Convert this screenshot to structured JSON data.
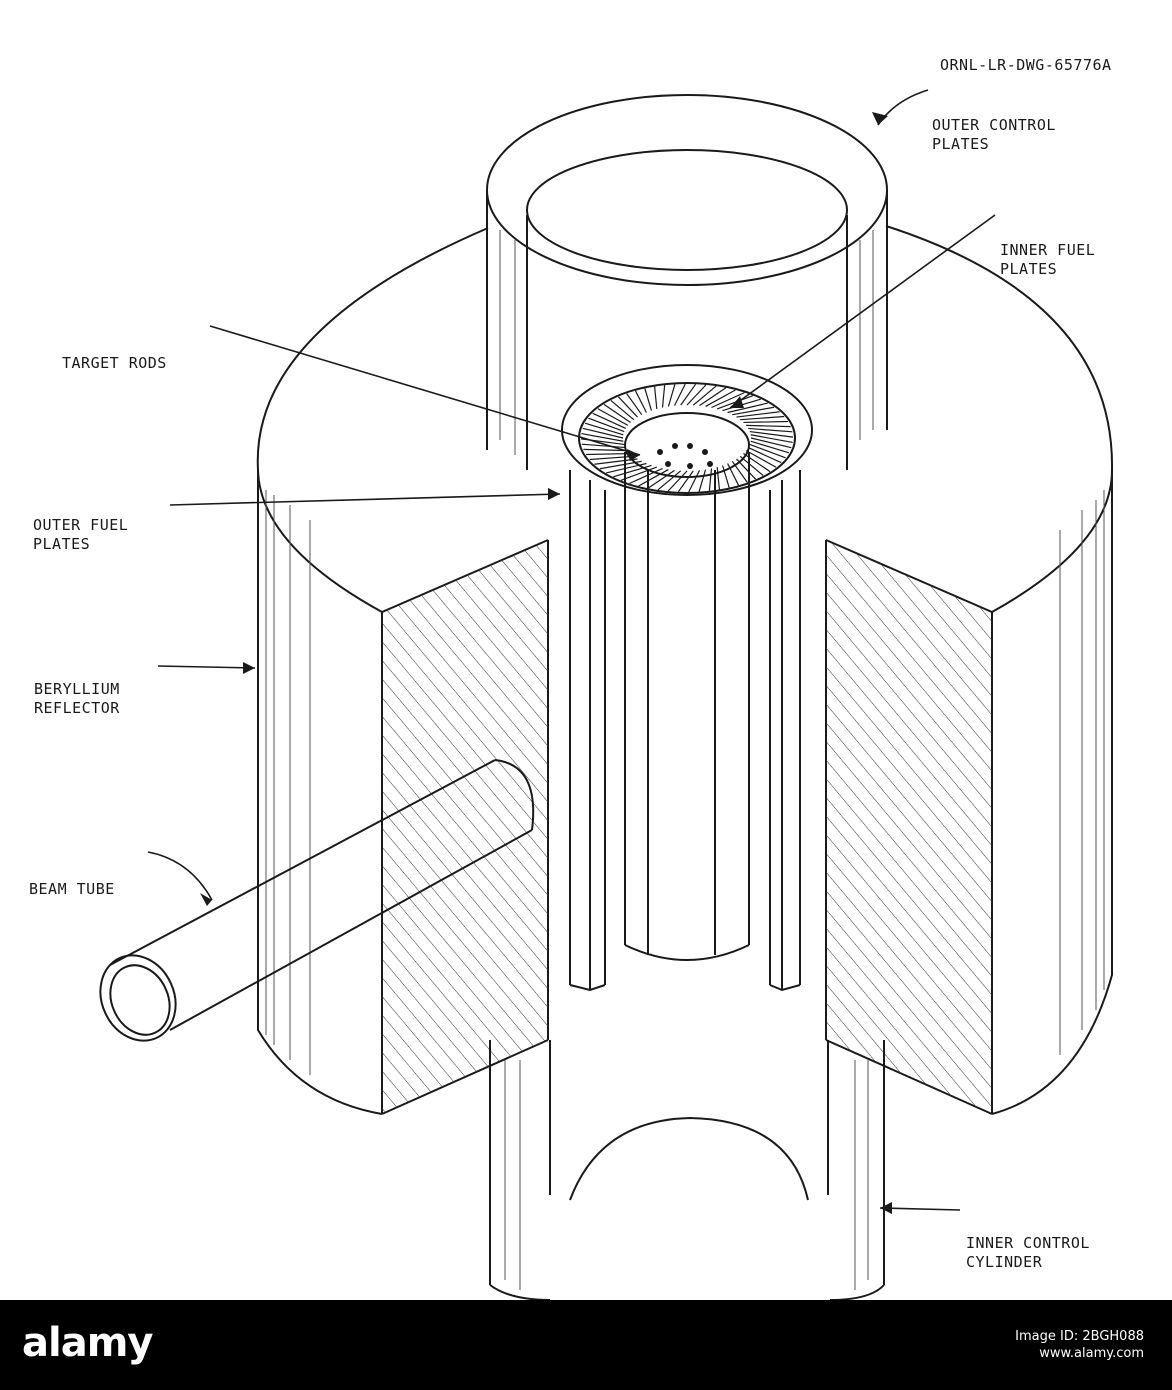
{
  "drawing_number": "ORNL-LR-DWG-65776A",
  "labels": {
    "outer_control_plates": [
      "OUTER CONTROL",
      "PLATES"
    ],
    "inner_fuel_plates": [
      "INNER FUEL",
      "PLATES"
    ],
    "target_rods": [
      "TARGET RODS"
    ],
    "outer_fuel_plates": [
      "OUTER FUEL",
      "PLATES"
    ],
    "beryllium_reflector": [
      "BERYLLIUM",
      "REFLECTOR"
    ],
    "beam_tube": [
      "BEAM TUBE"
    ],
    "inner_control_cylinder": [
      "INNER CONTROL",
      "CYLINDER"
    ]
  },
  "watermark": {
    "logo_text": "alamy",
    "line1": "Image ID: 2BGH088",
    "line2": "www.alamy.com"
  },
  "colors": {
    "ink": "#1a1a1a",
    "paper": "#ffffff",
    "footer": "#000000"
  }
}
